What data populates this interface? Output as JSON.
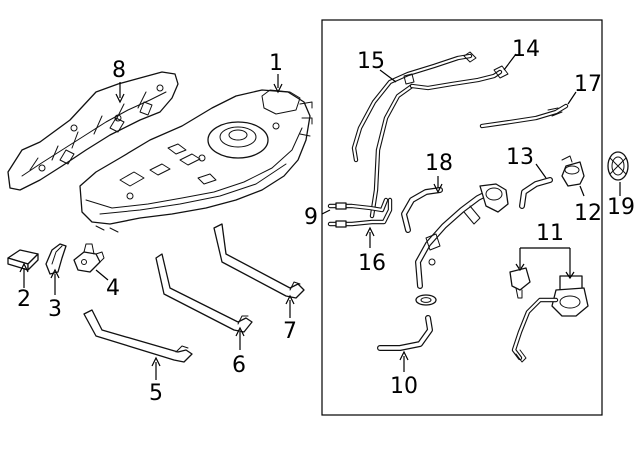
{
  "callouts": [
    {
      "id": "c1",
      "label": "1"
    },
    {
      "id": "c2",
      "label": "2"
    },
    {
      "id": "c3",
      "label": "3"
    },
    {
      "id": "c4",
      "label": "4"
    },
    {
      "id": "c5",
      "label": "5"
    },
    {
      "id": "c6",
      "label": "6"
    },
    {
      "id": "c7",
      "label": "7"
    },
    {
      "id": "c8",
      "label": "8"
    },
    {
      "id": "c9",
      "label": "9"
    },
    {
      "id": "c10",
      "label": "10"
    },
    {
      "id": "c11",
      "label": "11"
    },
    {
      "id": "c12",
      "label": "12"
    },
    {
      "id": "c13",
      "label": "13"
    },
    {
      "id": "c14",
      "label": "14"
    },
    {
      "id": "c15",
      "label": "15"
    },
    {
      "id": "c16",
      "label": "16"
    },
    {
      "id": "c17",
      "label": "17"
    },
    {
      "id": "c18",
      "label": "18"
    },
    {
      "id": "c19",
      "label": "19"
    }
  ]
}
